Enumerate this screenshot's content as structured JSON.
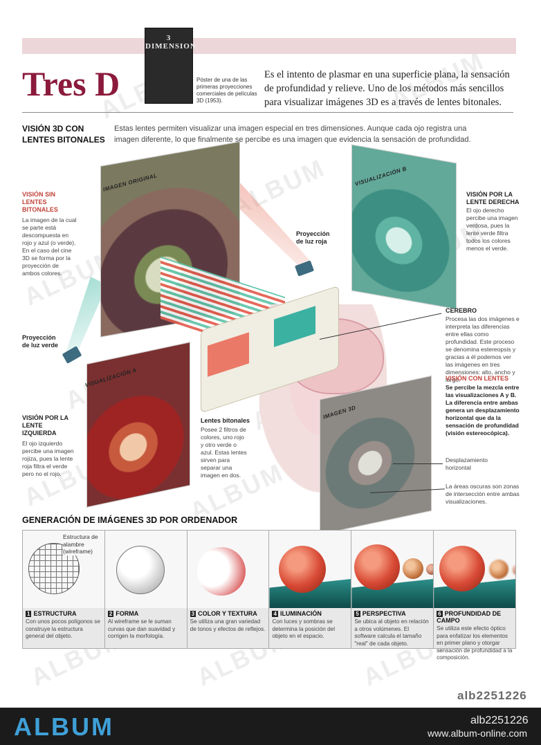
{
  "header": {
    "title": "Tres D",
    "intro": "Es el intento de plasmar en una superficie plana, la sensación de profundidad y relieve. Uno de los métodos más sencillos para visualizar imágenes 3D es a través de lentes bitonales.",
    "poster_title": "3 DIMENSION",
    "poster_caption": "Póster de una de las primeras proyecciones comerciales de películas 3D (1953)."
  },
  "section": {
    "title": "VISIÓN 3D CON LENTES BITONALES",
    "description": "Estas lentes permiten visualizar una imagen especial en tres dimensiones. Aunque cada ojo registra una imagen diferente, lo que finalmente se percibe es una imagen que evidencia la sensación de profundidad."
  },
  "photo_labels": {
    "original": "IMAGEN ORIGINAL",
    "b": "VISUALIZACIÓN B",
    "a": "VISUALIZACIÓN A",
    "three_d": "IMAGEN 3D"
  },
  "labels": {
    "sin_lentes_head": "VISIÓN SIN LENTES BITONALES",
    "sin_lentes_body": "La imagen de la cual se parte está descompuesta en rojo y azul (o verde). En el caso del cine 3D se forma por la proyección de ambos colores.",
    "luz_verde": "Proyección de luz verde",
    "luz_roja": "Proyección de luz roja",
    "derecha_head": "VISIÓN POR LA LENTE DERECHA",
    "derecha_body": "El ojo derecho percibe una imagen verdosa, pues la lente verde filtra todos los colores menos el verde.",
    "cerebro_head": "CEREBRO",
    "cerebro_body": "Procesa las dos imágenes e interpreta las diferencias entre ellas como profundidad. Este proceso se denomina estereopsis y gracias a él podemos ver las imágenes en tres dimensiones: alto, ancho y largo.",
    "con_lentes_head": "VISIÓN CON LENTES",
    "con_lentes_body": "Se percibe la mezcla entre las visualizaciones A y B. La diferencia entre ambas genera un desplazamiento horizontal que da la sensación de profundidad (visión estereocópica).",
    "izquierda_head": "VISIÓN POR LA LENTE IZQUIERDA",
    "izquierda_body": "El ojo izquierdo percibe una imagen rojiza, pues la lente roja filtra el verde pero no el rojo.",
    "lentes_head": "Lentes bitonales",
    "lentes_body": "Posee 2 filtros de colores, uno rojo y otro verde o azul. Estas lentes sirven para separar una imagen en dos.",
    "desplazamiento": "Desplazamiento horizontal",
    "areas": "La áreas oscuras son zonas de intersección entre ambas visualizaciones."
  },
  "generation": {
    "title": "GENERACIÓN DE IMÁGENES 3D POR ORDENADOR",
    "wire_label": "Estructura de alambre (wireframe)",
    "steps": [
      {
        "num": "1",
        "title": "ESTRUCTURA",
        "body": "Con unos pocos polígonos se construye la estructura general del objeto."
      },
      {
        "num": "2",
        "title": "FORMA",
        "body": "Al wireframe se le suman curvas que dan suavidad y corrigen la morfología."
      },
      {
        "num": "3",
        "title": "COLOR Y TEXTURA",
        "body": "Se utiliza una gran variedad de tonos y efectos de reflejos."
      },
      {
        "num": "4",
        "title": "ILUMINACIÓN",
        "body": "Con luces y sombras se determina la posición del objeto en el espacio."
      },
      {
        "num": "5",
        "title": "PERSPECTIVA",
        "body": "Se ubica al objeto en relación a otros volúmenes. El software calcula el tamaño \"real\" de cada objeto."
      },
      {
        "num": "6",
        "title": "PROFUNDIDAD DE CAMPO",
        "body": "Se utiliza este efecto óptico para enfatizar los elementos en primer plano y otorgar sensación de profundidad a la composición."
      }
    ]
  },
  "footer": {
    "code": "alb2251226",
    "logo": "ALBUM",
    "id": "alb2251226",
    "url": "www.album-online.com"
  },
  "watermark": "ALBUM",
  "colors": {
    "title": "#8b1a3c",
    "accent_red": "#c2433a",
    "band": "#ecd6d9",
    "lens_red": "#ea7967",
    "lens_green": "#3bb1a2",
    "footer_bg": "#1b1b1b",
    "footer_logo": "#3fa0d8"
  }
}
